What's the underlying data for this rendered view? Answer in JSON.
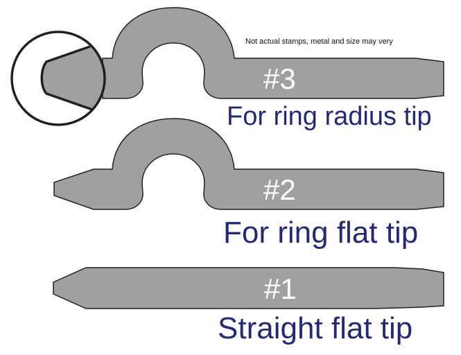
{
  "note": "Not actual stamps, metal and size may very",
  "colors": {
    "stamp_fill": "#a0a0a0",
    "outline": "#231f20",
    "label_text": "#232a75",
    "number_text": "#ffffff"
  },
  "stamps": [
    {
      "number": "#3",
      "description": "For ring radius tip",
      "shape": "curved shank with radius tip, circled detail"
    },
    {
      "number": "#2",
      "description": "For ring flat tip",
      "shape": "curved shank with flat tip"
    },
    {
      "number": "#1",
      "description": "Straight flat tip",
      "shape": "straight shank"
    }
  ],
  "detail_icon": "magnify-circle-radius-tip"
}
